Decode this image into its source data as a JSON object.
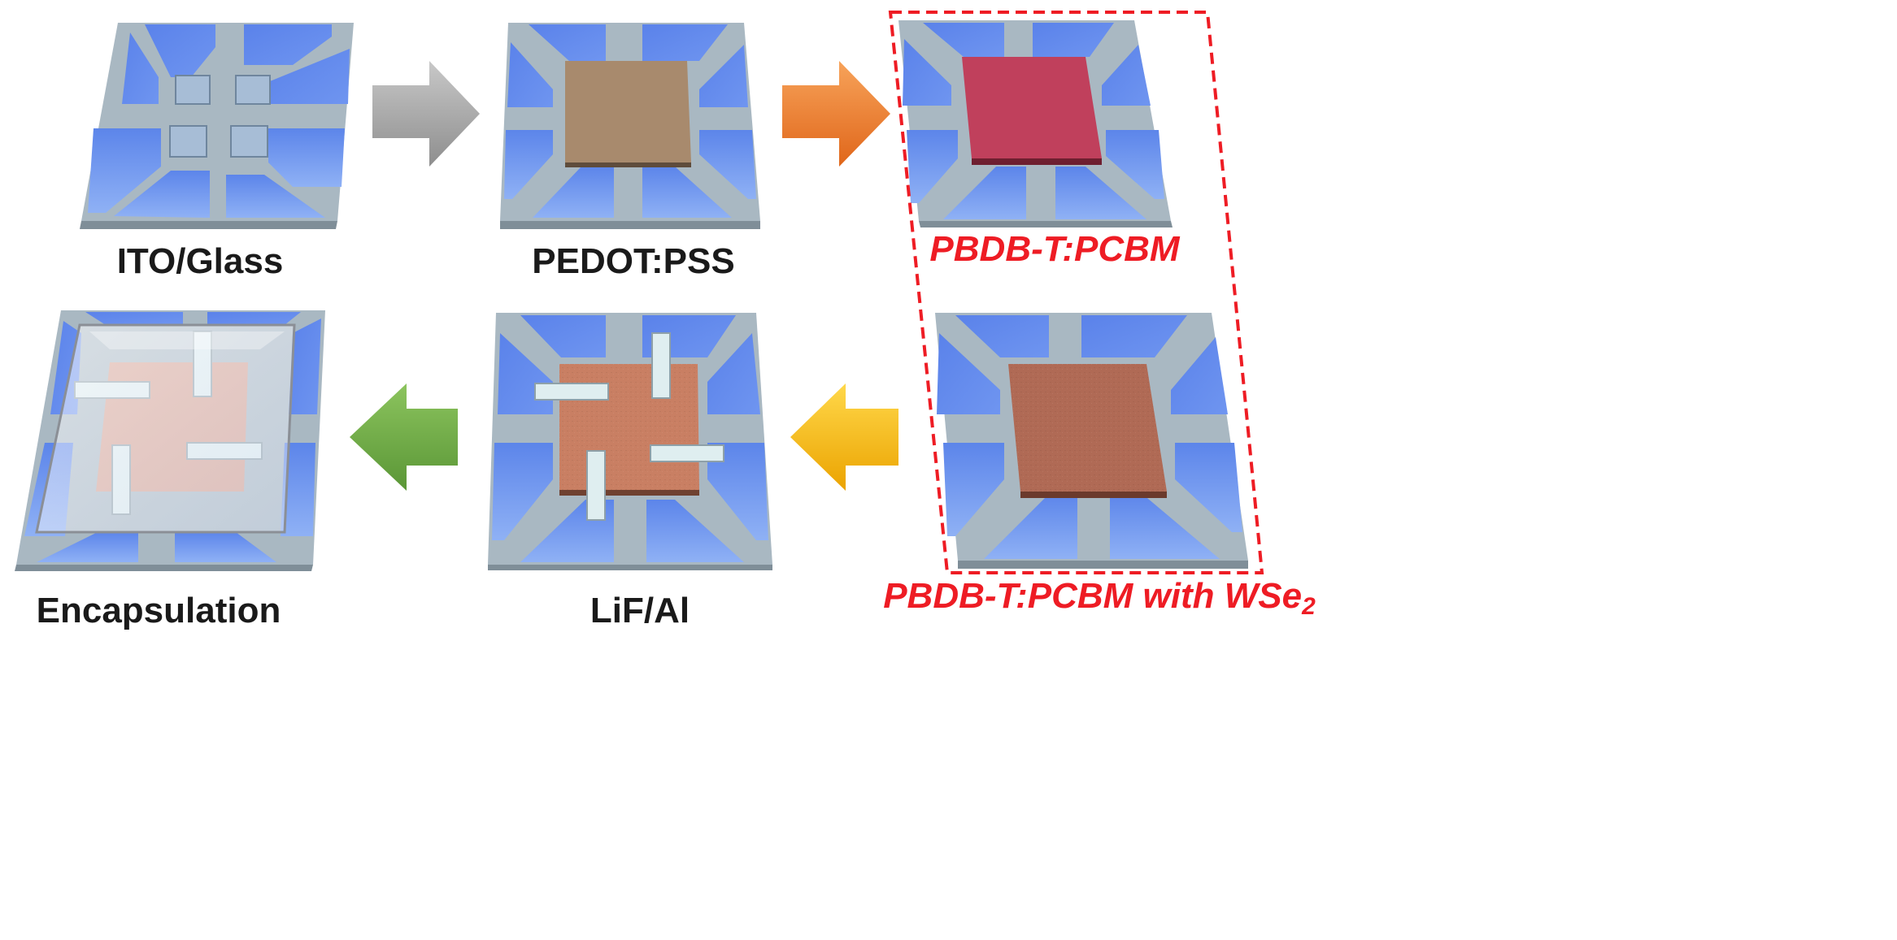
{
  "diagram": {
    "steps": [
      {
        "id": "ito",
        "label": "ITO/Glass",
        "layer": "none"
      },
      {
        "id": "pedot",
        "label": "PEDOT:PSS",
        "layer_color": "#a88a6d"
      },
      {
        "id": "pbdb",
        "label": "PBDB-T:PCBM",
        "layer_color": "#c0405c"
      },
      {
        "id": "pbdb-wse2",
        "label_main": "PBDB-T:PCBM with WSe",
        "label_sub": "2",
        "layer_color": "#b06a55"
      },
      {
        "id": "lif",
        "label": "LiF/Al",
        "layer_color": "#c97f63"
      },
      {
        "id": "encap",
        "label": "Encapsulation",
        "layer_color": "#d9a08e"
      }
    ],
    "arrow_colors": {
      "gray": "#a6a6a6",
      "orange": "#ef7f2b",
      "yellow": "#f5b800",
      "green": "#70ad47"
    },
    "colors": {
      "substrate": "#a9b8c2",
      "ito_pad": "#5b84e8",
      "highlight_box": "#ee1c24",
      "highlight_text": "#ee1c24"
    }
  }
}
